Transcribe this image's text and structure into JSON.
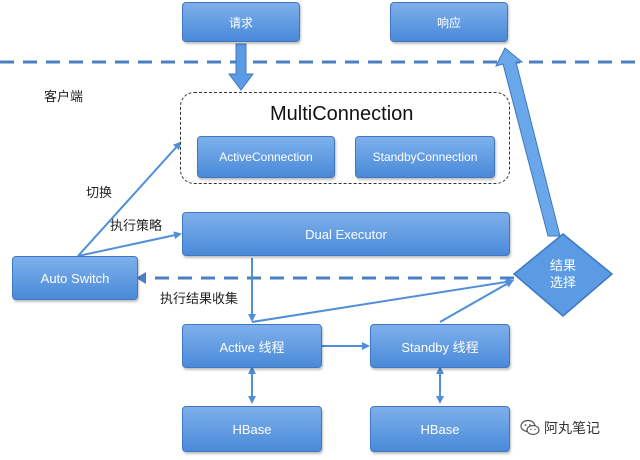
{
  "diagram": {
    "request": "请求",
    "response": "响应",
    "client_label": "客户端",
    "group_title": "MultiConnection",
    "active_connection": "ActiveConnection",
    "standby_connection": "StandbyConnection",
    "dual_executor": "Dual Executor",
    "auto_switch": "Auto Switch",
    "switch_label": "切换",
    "strategy_label": "执行策略",
    "collect_label": "执行结果收集",
    "result_select_line1": "结果",
    "result_select_line2": "选择",
    "active_thread": "Active 线程",
    "standby_thread": "Standby 线程",
    "hbase_left": "HBase",
    "hbase_right": "HBase"
  },
  "watermark": {
    "text": "阿丸笔记",
    "icon": "wechat-icon"
  },
  "colors": {
    "box_fill": "#5b9be3",
    "box_border": "#3f78c1",
    "arrow": "#4f8fd9",
    "dashed_line": "#4a7fc4"
  }
}
